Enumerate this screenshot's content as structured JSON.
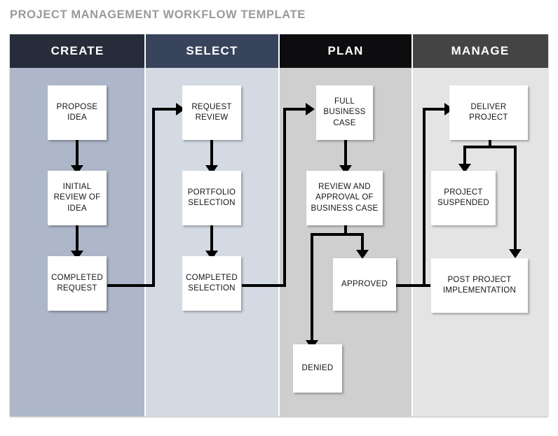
{
  "title": "PROJECT MANAGEMENT WORKFLOW TEMPLATE",
  "colors": {
    "title_text": "#9a9a9e",
    "connector": "#000000",
    "node_fill": "#ffffff",
    "node_text": "#14141a"
  },
  "lanes": [
    {
      "key": "create",
      "label": "CREATE",
      "header_color": "#262c3a",
      "body_color": "#adb7c9",
      "nodes": [
        {
          "key": "propose-idea",
          "label": "PROPOSE IDEA"
        },
        {
          "key": "initial-review-of-idea",
          "label": "INITIAL REVIEW OF IDEA"
        },
        {
          "key": "completed-request",
          "label": "COMPLETED REQUEST"
        }
      ]
    },
    {
      "key": "select",
      "label": "SELECT",
      "header_color": "#38445c",
      "body_color": "#d3dae4",
      "nodes": [
        {
          "key": "request-review",
          "label": "REQUEST REVIEW"
        },
        {
          "key": "portfolio-selection",
          "label": "PORTFOLIO SELECTION"
        },
        {
          "key": "completed-selection",
          "label": "COMPLETED SELECTION"
        }
      ]
    },
    {
      "key": "plan",
      "label": "PLAN",
      "header_color": "#0d0d0f",
      "body_color": "#cfcfcf",
      "nodes": [
        {
          "key": "full-business-case",
          "label": "FULL BUSINESS CASE"
        },
        {
          "key": "review-and-approval-of-business-case",
          "label": "REVIEW AND APPROVAL OF BUSINESS CASE"
        },
        {
          "key": "approved",
          "label": "APPROVED"
        },
        {
          "key": "denied",
          "label": "DENIED"
        }
      ]
    },
    {
      "key": "manage",
      "label": "MANAGE",
      "header_color": "#444444",
      "body_color": "#e4e4e4",
      "nodes": [
        {
          "key": "deliver-project",
          "label": "DELIVER PROJECT"
        },
        {
          "key": "project-suspended",
          "label": "PROJECT SUSPENDED"
        },
        {
          "key": "post-project-implementation",
          "label": "POST PROJECT IMPLEMENTATION"
        }
      ]
    }
  ],
  "flow": {
    "edges": [
      {
        "from": "propose-idea",
        "to": "initial-review-of-idea"
      },
      {
        "from": "initial-review-of-idea",
        "to": "completed-request"
      },
      {
        "from": "completed-request",
        "to": "request-review"
      },
      {
        "from": "request-review",
        "to": "portfolio-selection"
      },
      {
        "from": "portfolio-selection",
        "to": "completed-selection"
      },
      {
        "from": "completed-selection",
        "to": "full-business-case"
      },
      {
        "from": "full-business-case",
        "to": "review-and-approval-of-business-case"
      },
      {
        "from": "review-and-approval-of-business-case",
        "to": "approved"
      },
      {
        "from": "review-and-approval-of-business-case",
        "to": "denied"
      },
      {
        "from": "approved",
        "to": "deliver-project"
      },
      {
        "from": "deliver-project",
        "to": "project-suspended"
      },
      {
        "from": "deliver-project",
        "to": "post-project-implementation"
      }
    ]
  }
}
